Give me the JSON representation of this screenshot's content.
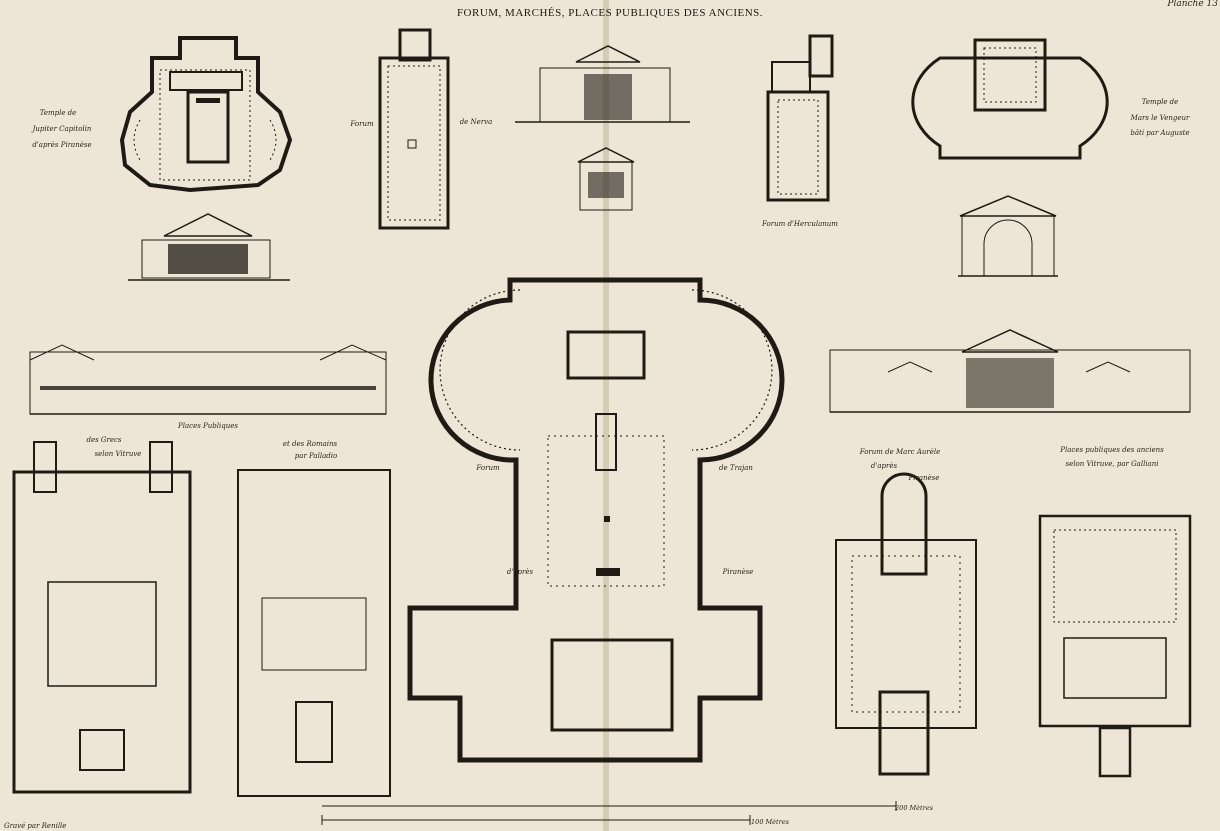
{
  "plate": {
    "title": "FORUM, MARCHÉS, PLACES PUBLIQUES DES ANCIENS.",
    "plate_number": "Planche 13",
    "engraver": "Gravé par Renille",
    "scale_small": "100 Mètres",
    "scale_large": "200 Mètres"
  },
  "captions": {
    "jupiter_l1": "Temple de",
    "jupiter_l2": "Jupiter Capitolin",
    "jupiter_l3": "d'après Piranèse",
    "nerva_a": "Forum",
    "nerva_b": "de Nerva",
    "herculaneum": "Forum d'Herculanum",
    "mars_l1": "Temple de",
    "mars_l2": "Mars le Vengeur",
    "mars_l3": "bâti par Auguste",
    "places_publiques": "Places Publiques",
    "grecs_l1": "des Grecs",
    "grecs_l2": "selon Vitruve",
    "romains_l1": "et des Romains",
    "romains_l2": "par Palladio",
    "trajan_a": "Forum",
    "trajan_b": "de Trajan",
    "trajan_c": "d'après",
    "trajan_d": "Piranèse",
    "marc_l1": "Forum de Marc Aurèle",
    "marc_l2": "d'après",
    "marc_l3": "Piranèse",
    "anciens_l1": "Places publiques des anciens",
    "anciens_l2": "selon Vitruve, par Galliani"
  },
  "colors": {
    "paper": "#ede6d6",
    "ink": "#1f1b14"
  }
}
